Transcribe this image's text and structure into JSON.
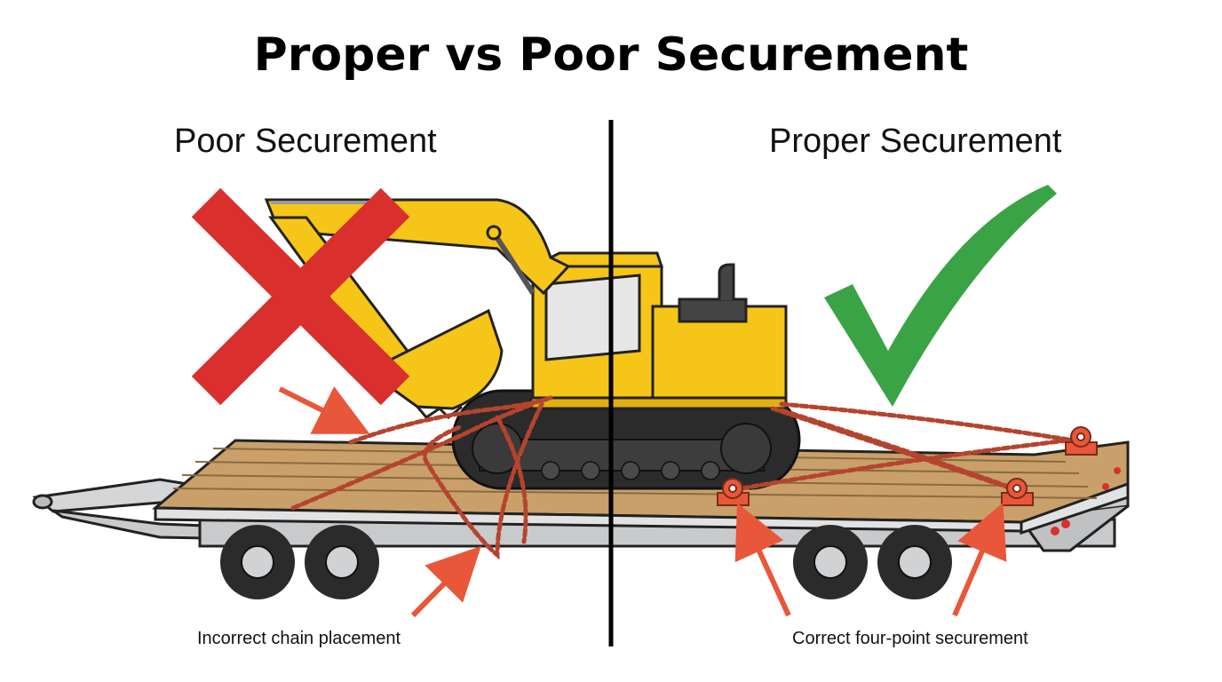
{
  "title": "Proper vs Poor Securement",
  "left_panel": {
    "heading": "Poor Securement",
    "caption": "Incorrect chain placement",
    "mark_icon": "cross-icon"
  },
  "right_panel": {
    "heading": "Proper Securement",
    "caption": "Correct four-point securement",
    "mark_icon": "check-icon"
  },
  "colors": {
    "cross": "#d9302e",
    "check": "#3aa346",
    "excavator": "#f5c518",
    "chain": "#b5442e",
    "arrow": "#e8573a",
    "deck": "#c9a06a",
    "trailer": "#c8cacc",
    "track": "#2b2b2b",
    "divider": "#000000"
  }
}
